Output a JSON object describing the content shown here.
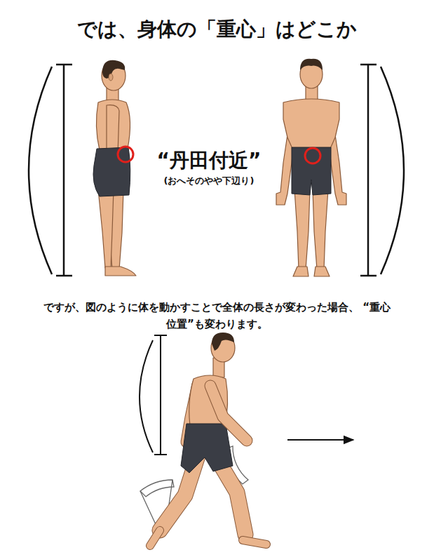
{
  "diagram": {
    "title": "では、身体の「重心」はどこか",
    "labels": [
      "“丹田付近”",
      "(おへそのやや下辺り)",
      "ですが、図のように体を動かすことで全体の長さが変わった場合、 “重心位置”も変わります。"
    ]
  }
}
